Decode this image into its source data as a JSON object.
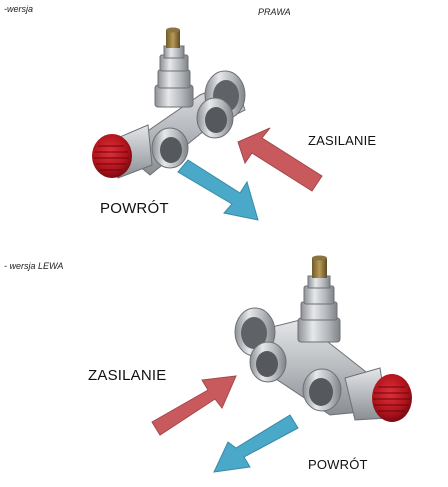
{
  "top": {
    "version_label": "-wersja",
    "side_label": "PRAWA",
    "supply_label": "ZASILANIE",
    "return_label": "POWRÓT"
  },
  "bottom": {
    "version_label": "- wersja LEWA",
    "supply_label": "ZASILANIE",
    "return_label": "POWRÓT"
  },
  "colors": {
    "supply_arrow": "#c85a5e",
    "return_arrow": "#4aa8c8",
    "knob": "#b0131c",
    "metal": "#b9bcc0"
  }
}
